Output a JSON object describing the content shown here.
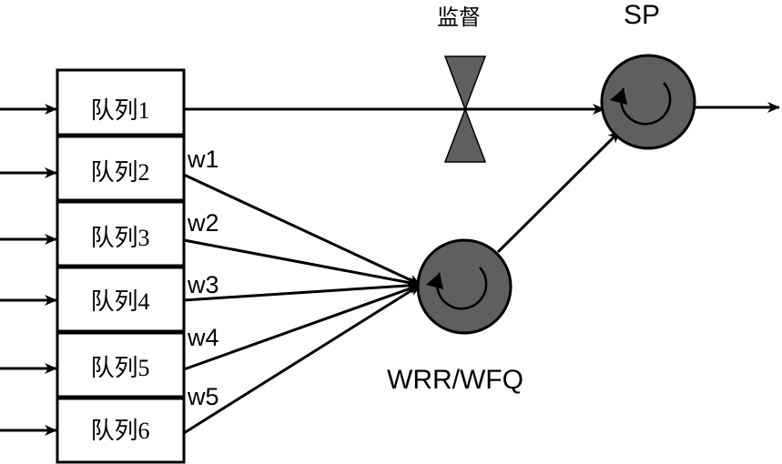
{
  "queues": [
    {
      "label": "队列1"
    },
    {
      "label": "队列2"
    },
    {
      "label": "队列3"
    },
    {
      "label": "队列4"
    },
    {
      "label": "队列5"
    },
    {
      "label": "队列6"
    }
  ],
  "weights": [
    "w1",
    "w2",
    "w3",
    "w4",
    "w5"
  ],
  "policer_label": "监督",
  "sp_label": "SP",
  "wrr_label": "WRR/WFQ",
  "colors": {
    "scheduler_fill": "#5f5f5f",
    "policer_fill": "#5f5f5f",
    "line": "#000000"
  }
}
